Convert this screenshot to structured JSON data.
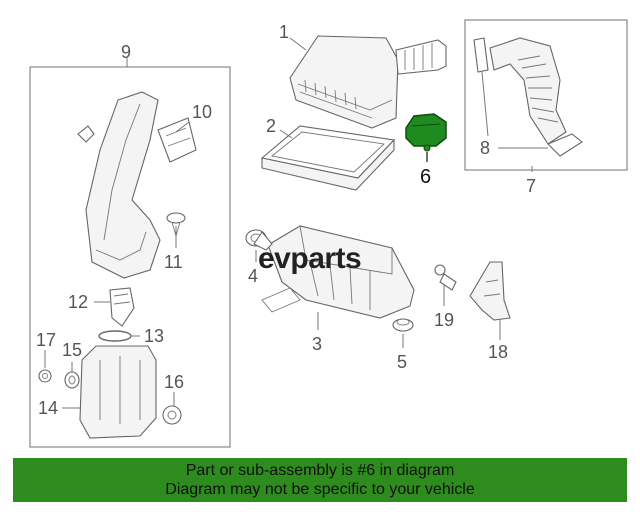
{
  "callouts": {
    "c1": "1",
    "c2": "2",
    "c3": "3",
    "c4": "4",
    "c5": "5",
    "c6": "6",
    "c7": "7",
    "c8": "8",
    "c9": "9",
    "c10": "10",
    "c11": "11",
    "c12": "12",
    "c13": "13",
    "c14": "14",
    "c15": "15",
    "c16": "16",
    "c17": "17",
    "c18": "18",
    "c19": "19"
  },
  "watermark": "evparts",
  "highlighted_part": "6",
  "colors": {
    "highlight": "#1f8a1f",
    "banner": "#2e8b1e",
    "line": "#666666"
  },
  "banner": {
    "line1": "Part or sub-assembly is #6 in diagram",
    "line2": "Diagram may not be specific to your vehicle"
  }
}
